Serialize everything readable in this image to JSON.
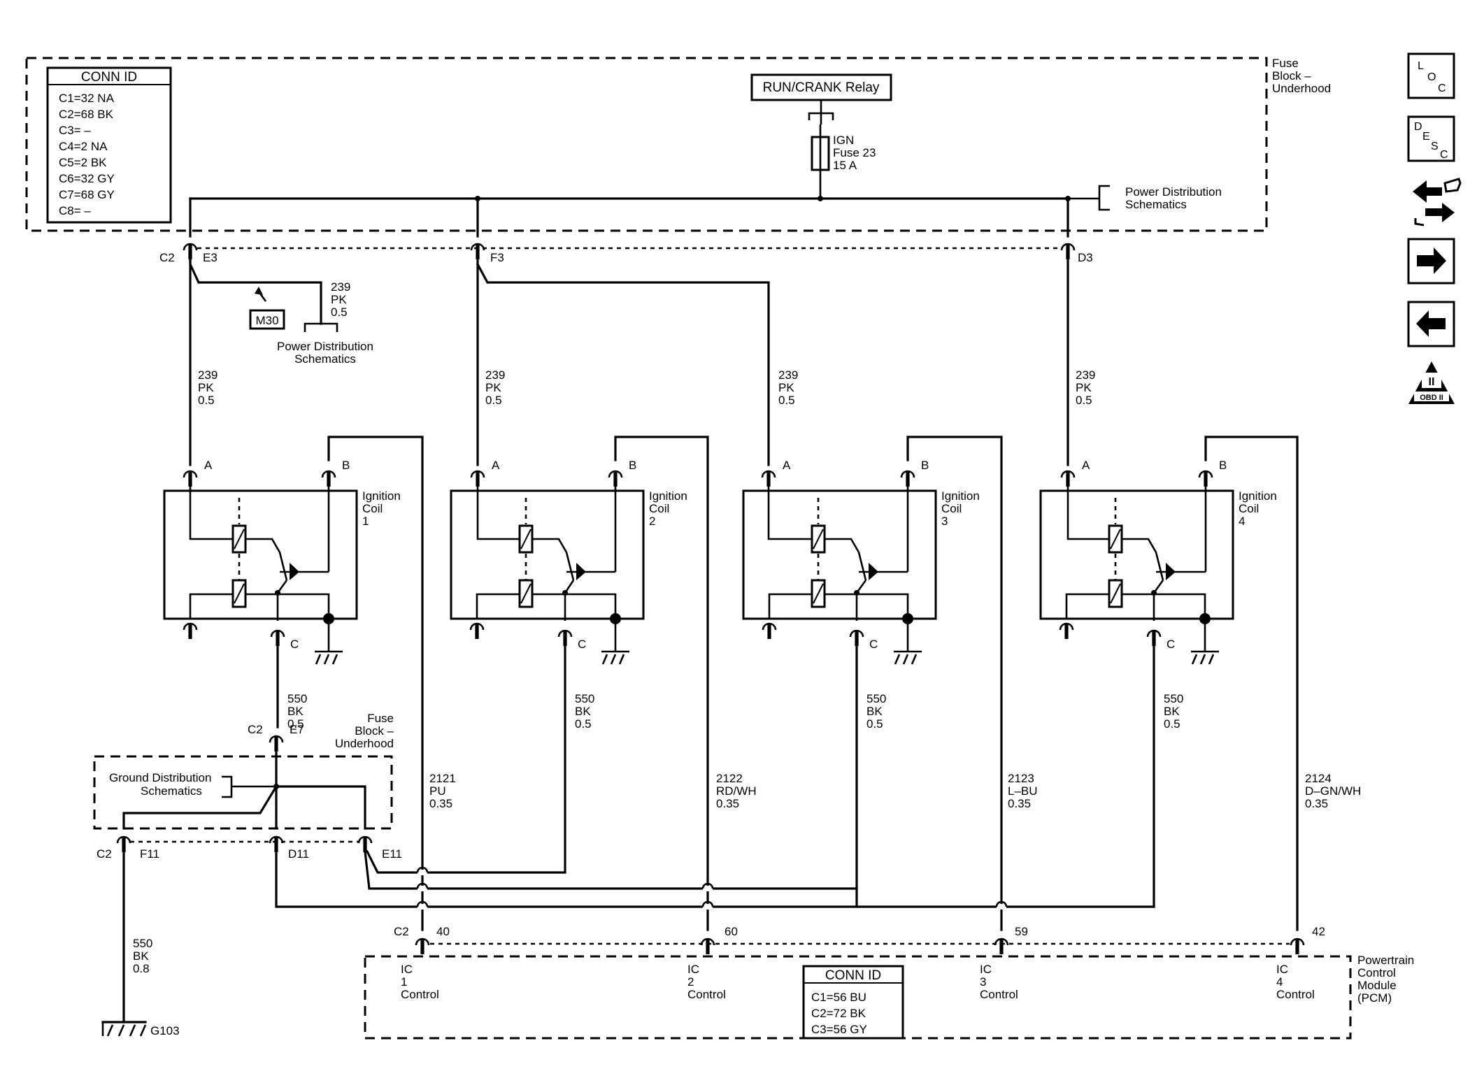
{
  "fuse_block": {
    "label": [
      "Fuse",
      "Block –",
      "Underhood"
    ],
    "conn_id": {
      "title": "CONN ID",
      "rows": [
        "C1=32 NA",
        "C2=68 BK",
        "C3= –",
        "C4=2 NA",
        "C5=2 BK",
        "C6=32 GY",
        "C7=68 GY",
        "C8= –"
      ]
    },
    "relay": "RUN/CRANK Relay",
    "fuse": [
      "IGN",
      "Fuse 23",
      "15 A"
    ],
    "power_dist": [
      "Power Distribution",
      "Schematics"
    ],
    "connector": "C2",
    "pins": [
      "E3",
      "F3",
      "D3"
    ]
  },
  "m30": "M30",
  "splice_pd": [
    "Power Distribution",
    "Schematics"
  ],
  "wire_239": [
    "239",
    "PK",
    "0.5"
  ],
  "coils": [
    {
      "title": [
        "Ignition",
        "Coil",
        "1"
      ],
      "pin_a": "A",
      "pin_b": "B",
      "pin_c": "C"
    },
    {
      "title": [
        "Ignition",
        "Coil",
        "2"
      ],
      "pin_a": "A",
      "pin_b": "B",
      "pin_c": "C"
    },
    {
      "title": [
        "Ignition",
        "Coil",
        "3"
      ],
      "pin_a": "A",
      "pin_b": "B",
      "pin_c": "C"
    },
    {
      "title": [
        "Ignition",
        "Coil",
        "4"
      ],
      "pin_a": "A",
      "pin_b": "B",
      "pin_c": "C"
    }
  ],
  "wire_550": [
    "550",
    "BK",
    "0.5"
  ],
  "control_wires": [
    [
      "2121",
      "PU",
      "0.35"
    ],
    [
      "2122",
      "RD/WH",
      "0.35"
    ],
    [
      "2123",
      "L–BU",
      "0.35"
    ],
    [
      "2124",
      "D–GN/WH",
      "0.35"
    ]
  ],
  "lower_fuse_block": {
    "label": [
      "Fuse",
      "Block –",
      "Underhood"
    ],
    "top_connector": "C2",
    "top_pin": "E7",
    "ground_dist": [
      "Ground Distribution",
      "Schematics"
    ],
    "connector": "C2",
    "pins": [
      "F11",
      "D11",
      "E11"
    ]
  },
  "ground_wire": [
    "550",
    "BK",
    "0.8"
  ],
  "ground_label": "G103",
  "pcm": {
    "label": [
      "Powertrain",
      "Control",
      "Module",
      "(PCM)"
    ],
    "connector": "C2",
    "pins": [
      "40",
      "60",
      "59",
      "42"
    ],
    "ic_labels": [
      [
        "IC",
        "1",
        "Control"
      ],
      [
        "IC",
        "2",
        "Control"
      ],
      [
        "IC",
        "3",
        "Control"
      ],
      [
        "IC",
        "4",
        "Control"
      ]
    ],
    "conn_id": {
      "title": "CONN ID",
      "rows": [
        "C1=56 BU",
        "C2=72 BK",
        "C3=56 GY"
      ]
    }
  },
  "nav": {
    "loc": [
      "L",
      "O",
      "C"
    ],
    "desc": [
      "D",
      "E",
      "S",
      "C"
    ],
    "obd": [
      "II",
      "OBD II"
    ]
  }
}
